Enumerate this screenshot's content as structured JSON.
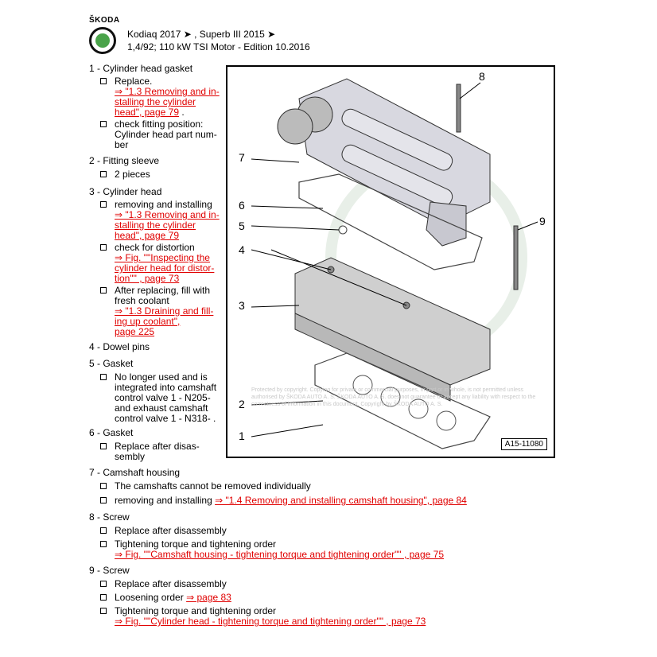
{
  "header": {
    "brand": "ŠKODA",
    "line1": "Kodiaq 2017 ➤ , Superb III 2015 ➤",
    "line2": "1,4/92; 110 kW TSI Motor - Edition 10.2016"
  },
  "items": [
    {
      "title": "1 - Cylinder head gasket"
    },
    {
      "title": "2 - Fitting sleeve"
    },
    {
      "title": "3 - Cylinder head"
    },
    {
      "title": "4 - Dowel pins"
    },
    {
      "title": "5 - Gasket"
    },
    {
      "title": "6 - Gasket"
    },
    {
      "title": "7 - Camshaft housing"
    },
    {
      "title": "8 - Screw"
    },
    {
      "title": "9 - Screw"
    }
  ],
  "subs": {
    "s1a": "Replace.",
    "s1a_link1": "⇒ \"1.3 Removing and in-",
    "s1a_link2": "stalling the cylinder",
    "s1a_link3": "head\", page 79",
    "s1a_tail": " .",
    "s1b1": "check fitting position:",
    "s1b2": "Cylinder head part num-",
    "s1b3": "ber",
    "s2a": "2 pieces",
    "s3a": "removing and installing",
    "s3a_link1": "⇒ \"1.3 Removing and in-",
    "s3a_link2": "stalling the cylinder",
    "s3a_link3": "head\", page 79",
    "s3b": "check for distortion",
    "s3b_link1": "⇒ Fig. \"\"Inspecting the",
    "s3b_link2": "cylinder head for distor-",
    "s3b_link3": "tion\"\" , page 73",
    "s3c1": "After replacing, fill with",
    "s3c2": "fresh coolant",
    "s3c_link1": "⇒ \"1.3 Draining and fill-",
    "s3c_link2": "ing up coolant\",",
    "s3c_link3": "page 225",
    "s5a1": "No longer used and is",
    "s5a2": "integrated into camshaft",
    "s5a3": "control valve 1 - N205-",
    "s5a4": "and exhaust camshaft",
    "s5a5": "control valve 1 - N318- .",
    "s6a1": "Replace after disas-",
    "s6a2": "sembly",
    "s7a": "The camshafts cannot be removed individually",
    "s7b": "removing and installing ",
    "s7b_link": "⇒ \"1.4 Removing and installing camshaft housing\", page 84",
    "s8a": "Replace after disassembly",
    "s8b": "Tightening torque and tightening order",
    "s8b_link": "⇒ Fig. \"\"Camshaft housing - tightening torque and tightening order\"\" , page 75",
    "s9a": "Replace after disassembly",
    "s9b": "Loosening order ",
    "s9b_link": "⇒ page 83",
    "s9c": "Tightening torque and tightening order",
    "s9c_link": "⇒ Fig. \"\"Cylinder head - tightening torque and tightening order\"\" , page 73"
  },
  "diagram": {
    "figure_id": "A15-11080",
    "callouts": [
      "1",
      "2",
      "3",
      "4",
      "5",
      "6",
      "7",
      "8",
      "9"
    ],
    "watermark": "Protected by copyright. Copying for private or commercial purposes, in part or in whole, is not permitted unless authorised by ŠKODA AUTO A. S. ŠKODA AUTO A. S. does not guarantee or accept any liability with respect to the correctness of information in this document. Copyright by ŠKODA AUTO A. S."
  }
}
